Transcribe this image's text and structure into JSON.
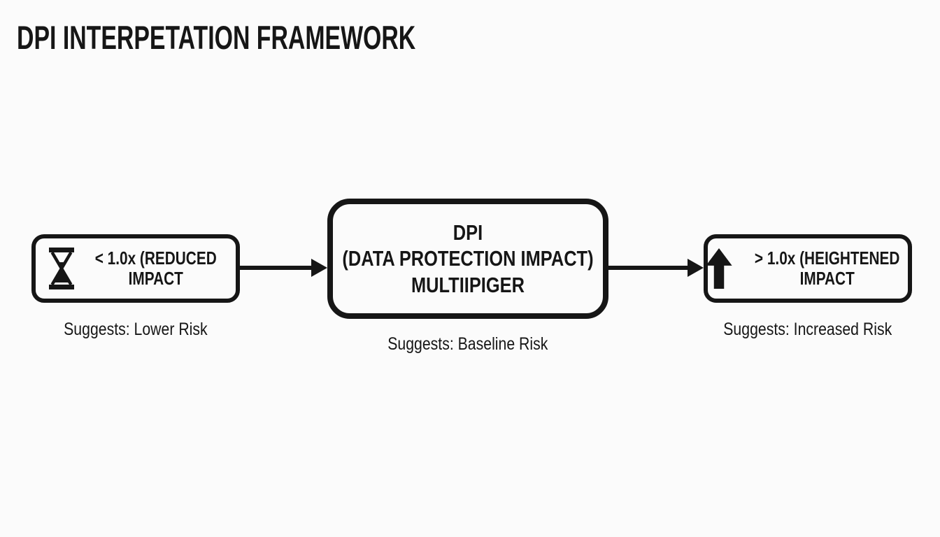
{
  "title": "DPI INTERPETATION FRAMEWORK",
  "colors": {
    "ink": "#161616",
    "background": "#fbfbfb"
  },
  "diagram": {
    "left_node": {
      "icon": "hourglass-icon",
      "line1": "< 1.0x (REDUCED",
      "line2": "IMPACT",
      "caption": "Suggests: Lower Risk"
    },
    "center_node": {
      "line1": "DPI",
      "line2": "(DATA PROTECTION IMPACT)",
      "line3": "MULTIIPIGER",
      "caption": "Suggests: Baseline Risk"
    },
    "right_node": {
      "icon": "up-arrow-icon",
      "line1": "> 1.0x (HEIGHTENED",
      "line2": "IMPACT",
      "caption": "Suggests: Increased Risk"
    }
  }
}
